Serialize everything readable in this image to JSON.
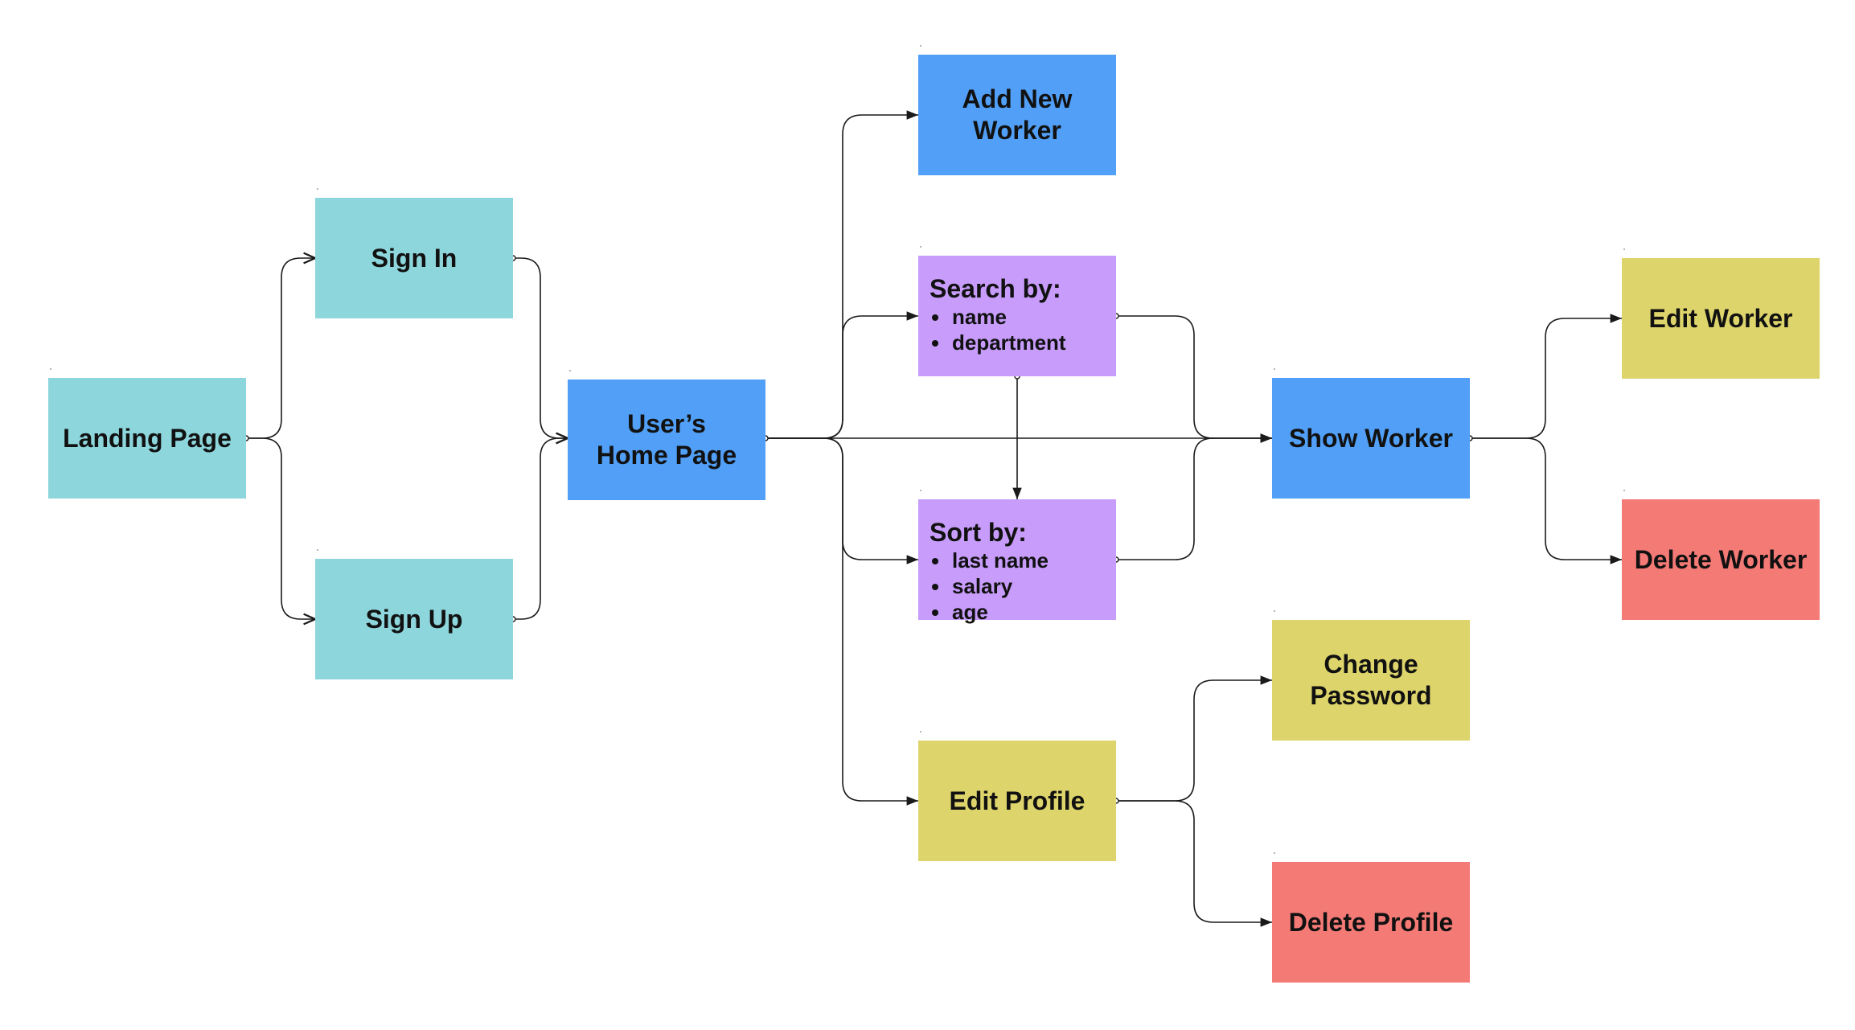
{
  "colors": {
    "teal": "#8dd6dc",
    "blue": "#519ff6",
    "purple": "#c79cfb",
    "yellow": "#ddd46b",
    "red": "#f47a76",
    "line": "#1a1a1a"
  },
  "nodes": {
    "landing": {
      "label": "Landing Page",
      "color": "teal"
    },
    "signin": {
      "label": "Sign In",
      "color": "teal"
    },
    "signup": {
      "label": "Sign Up",
      "color": "teal"
    },
    "home": {
      "label": "User’s\nHome Page",
      "color": "blue"
    },
    "addworker": {
      "label": "Add New\nWorker",
      "color": "blue"
    },
    "search": {
      "heading": "Search by:",
      "items": [
        "name",
        "department"
      ],
      "color": "purple"
    },
    "sort": {
      "heading": "Sort by:",
      "items": [
        "last name",
        "salary",
        "age"
      ],
      "color": "purple"
    },
    "editprofile": {
      "label": "Edit Profile",
      "color": "yellow"
    },
    "showworker": {
      "label": "Show Worker",
      "color": "blue"
    },
    "editworker": {
      "label": "Edit Worker",
      "color": "yellow"
    },
    "deleteworker": {
      "label": "Delete Worker",
      "color": "red"
    },
    "changepassword": {
      "label": "Change\nPassword",
      "color": "yellow"
    },
    "deleteprofile": {
      "label": "Delete Profile",
      "color": "red"
    }
  },
  "edges": [
    {
      "from": "landing",
      "to": "signin"
    },
    {
      "from": "landing",
      "to": "signup"
    },
    {
      "from": "signin",
      "to": "home"
    },
    {
      "from": "signup",
      "to": "home"
    },
    {
      "from": "home",
      "to": "addworker"
    },
    {
      "from": "home",
      "to": "search"
    },
    {
      "from": "home",
      "to": "showworker"
    },
    {
      "from": "home",
      "to": "sort"
    },
    {
      "from": "home",
      "to": "editprofile"
    },
    {
      "from": "search",
      "to": "sort"
    },
    {
      "from": "search",
      "to": "showworker"
    },
    {
      "from": "sort",
      "to": "showworker"
    },
    {
      "from": "showworker",
      "to": "editworker"
    },
    {
      "from": "showworker",
      "to": "deleteworker"
    },
    {
      "from": "editprofile",
      "to": "changepassword"
    },
    {
      "from": "editprofile",
      "to": "deleteprofile"
    }
  ]
}
